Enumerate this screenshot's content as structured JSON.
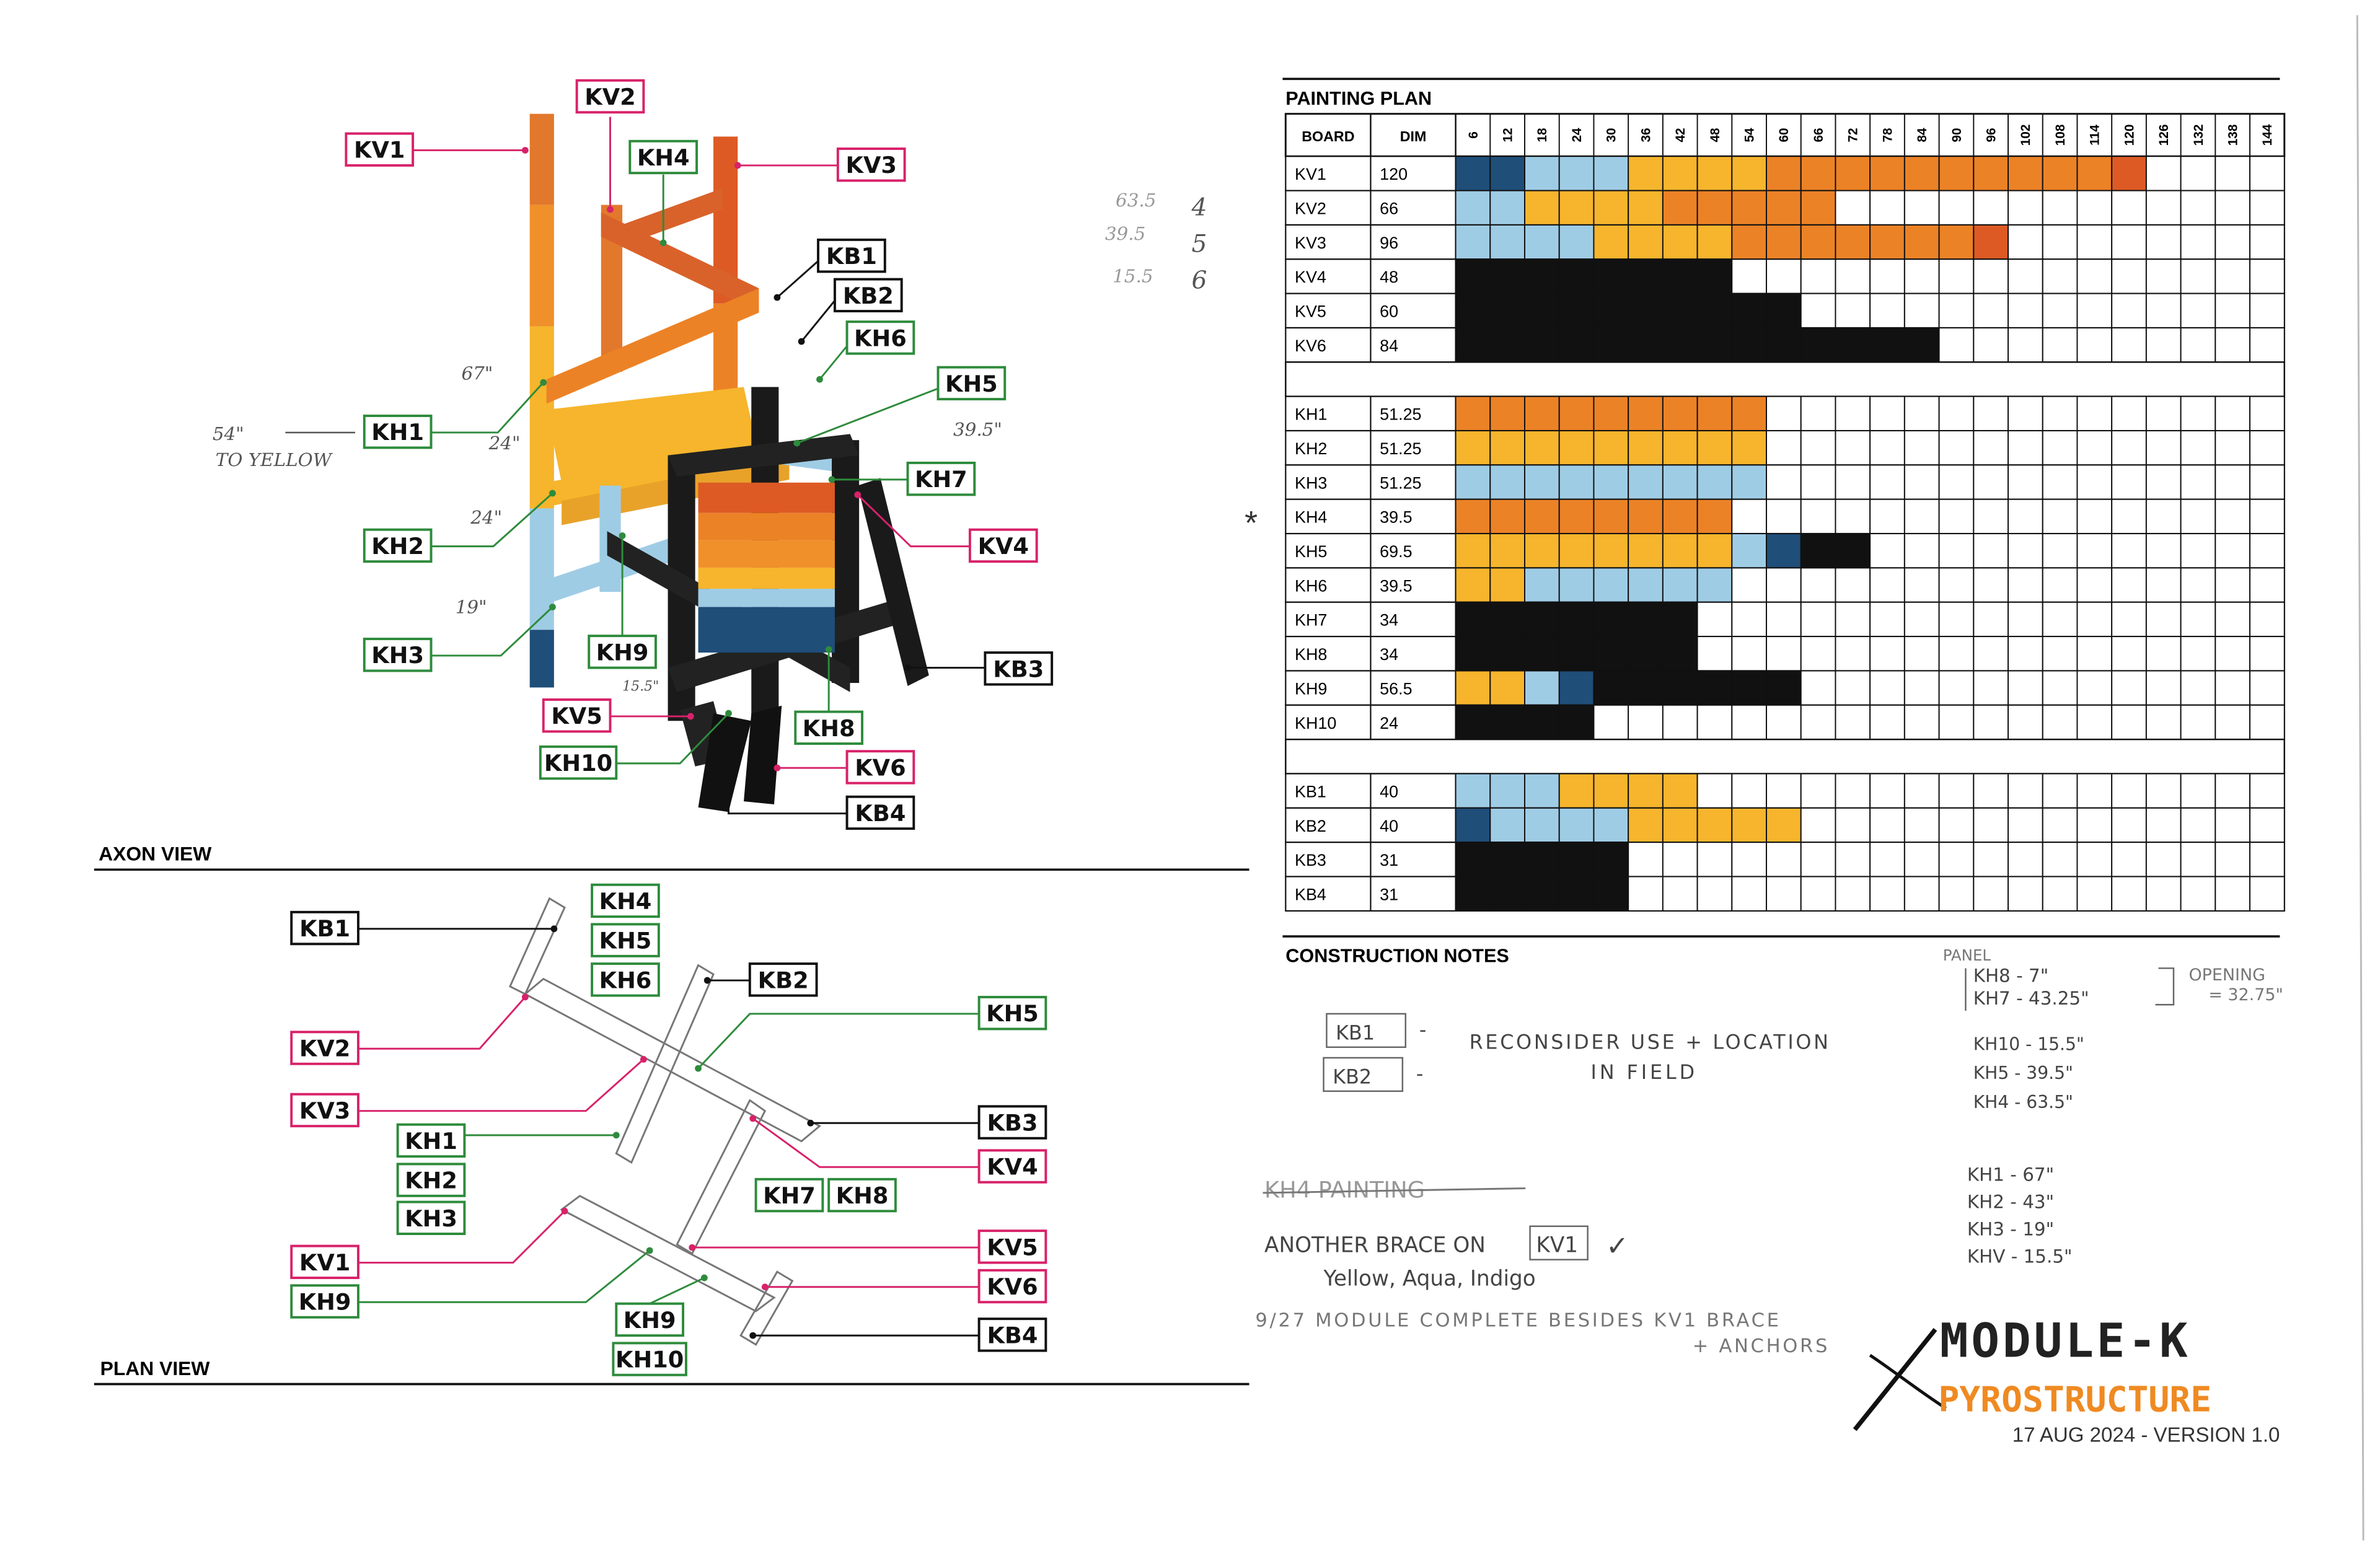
{
  "axon_view": {
    "title": "AXON VIEW",
    "callouts": [
      {
        "id": "KV1",
        "kind": "vertical"
      },
      {
        "id": "KV2",
        "kind": "vertical"
      },
      {
        "id": "KH4",
        "kind": "horizontal"
      },
      {
        "id": "KV3",
        "kind": "vertical"
      },
      {
        "id": "KB1",
        "kind": "brace"
      },
      {
        "id": "KB2",
        "kind": "brace"
      },
      {
        "id": "KH6",
        "kind": "horizontal"
      },
      {
        "id": "KH5",
        "kind": "horizontal"
      },
      {
        "id": "KH1",
        "kind": "horizontal"
      },
      {
        "id": "KH7",
        "kind": "horizontal"
      },
      {
        "id": "KV4",
        "kind": "vertical"
      },
      {
        "id": "KH2",
        "kind": "horizontal"
      },
      {
        "id": "KH3",
        "kind": "horizontal"
      },
      {
        "id": "KH9",
        "kind": "horizontal"
      },
      {
        "id": "KB3",
        "kind": "brace"
      },
      {
        "id": "KV5",
        "kind": "vertical"
      },
      {
        "id": "KH8",
        "kind": "horizontal"
      },
      {
        "id": "KH10",
        "kind": "horizontal"
      },
      {
        "id": "KV6",
        "kind": "vertical"
      },
      {
        "id": "KB4",
        "kind": "brace"
      }
    ],
    "handwritten": {
      "yellow_note_1": "54\"",
      "yellow_note_2": "TO YELLOW",
      "dim_67": "67\"",
      "dim_24a": "24\"",
      "dim_24b": "24\"",
      "dim_19": "19\"",
      "dim_395": "39.5\"",
      "dim_155": "15.5\"",
      "stack_1": "63.5",
      "stack_2": "39.5",
      "stack_3": "15.5",
      "count_1": "4",
      "count_2": "5",
      "count_3": "6"
    }
  },
  "plan_view": {
    "title": "PLAN VIEW",
    "callouts": [
      {
        "id": "KB1",
        "kind": "brace"
      },
      {
        "id": "KH4",
        "kind": "horizontal"
      },
      {
        "id": "KH5",
        "kind": "horizontal"
      },
      {
        "id": "KH6",
        "kind": "horizontal"
      },
      {
        "id": "KB2",
        "kind": "brace"
      },
      {
        "id": "KH5",
        "kind": "horizontal"
      },
      {
        "id": "KV2",
        "kind": "vertical"
      },
      {
        "id": "KV3",
        "kind": "vertical"
      },
      {
        "id": "KB3",
        "kind": "brace"
      },
      {
        "id": "KH1",
        "kind": "horizontal"
      },
      {
        "id": "KH2",
        "kind": "horizontal"
      },
      {
        "id": "KH3",
        "kind": "horizontal"
      },
      {
        "id": "KV4",
        "kind": "vertical"
      },
      {
        "id": "KH7",
        "kind": "horizontal"
      },
      {
        "id": "KH8",
        "kind": "horizontal"
      },
      {
        "id": "KV1",
        "kind": "vertical"
      },
      {
        "id": "KV5",
        "kind": "vertical"
      },
      {
        "id": "KH9",
        "kind": "horizontal"
      },
      {
        "id": "KV6",
        "kind": "vertical"
      },
      {
        "id": "KH9",
        "kind": "horizontal"
      },
      {
        "id": "KB4",
        "kind": "brace"
      },
      {
        "id": "KH10",
        "kind": "horizontal"
      }
    ]
  },
  "painting_plan": {
    "title": "PAINTING PLAN",
    "col_board": "BOARD",
    "col_dim": "DIM",
    "inches": [
      "6",
      "12",
      "18",
      "24",
      "30",
      "36",
      "42",
      "48",
      "54",
      "60",
      "66",
      "72",
      "78",
      "84",
      "90",
      "96",
      "102",
      "108",
      "114",
      "120",
      "126",
      "132",
      "138",
      "144"
    ],
    "groups": [
      [
        {
          "board": "KV1",
          "dim": "120",
          "cells": "NNAAAYYYYOOOOOOOOOOR"
        },
        {
          "board": "KV2",
          "dim": "66",
          "cells": "AAYYYYOOOOO"
        },
        {
          "board": "KV3",
          "dim": "96",
          "cells": "AAAAYYYYOOOOOOOR"
        },
        {
          "board": "KV4",
          "dim": "48",
          "cells": "KKKKKKKK"
        },
        {
          "board": "KV5",
          "dim": "60",
          "cells": "KKKKKKKKKK"
        },
        {
          "board": "KV6",
          "dim": "84",
          "cells": "KKKKKKKKKKKKKK"
        }
      ],
      [
        {
          "board": "KH1",
          "dim": "51.25",
          "cells": "OOOOOOOOO"
        },
        {
          "board": "KH2",
          "dim": "51.25",
          "cells": "YYYYYYYYY"
        },
        {
          "board": "KH3",
          "dim": "51.25",
          "cells": "AAAAAAAAA"
        },
        {
          "board": "KH4",
          "dim": "39.5",
          "cells": "OOOOOOOO"
        },
        {
          "board": "KH5",
          "dim": "69.5",
          "cells": "YYYYYYYYANKK"
        },
        {
          "board": "KH6",
          "dim": "39.5",
          "cells": "YYAAAAAA"
        },
        {
          "board": "KH7",
          "dim": "34",
          "cells": "KKKKKKK"
        },
        {
          "board": "KH8",
          "dim": "34",
          "cells": "KKKKKKK"
        },
        {
          "board": "KH9",
          "dim": "56.5",
          "cells": "YYANKKKKKK"
        },
        {
          "board": "KH10",
          "dim": "24",
          "cells": "KKKK"
        }
      ],
      [
        {
          "board": "KB1",
          "dim": "40",
          "cells": "AAAYYYY"
        },
        {
          "board": "KB2",
          "dim": "40",
          "cells": "NAAAAYYYYY"
        },
        {
          "board": "KB3",
          "dim": "31",
          "cells": "KKKKK"
        },
        {
          "board": "KB4",
          "dim": "31",
          "cells": "KKKKK"
        }
      ]
    ],
    "star_mark": "*"
  },
  "construction_notes": {
    "title": "CONSTRUCTION NOTES",
    "note_kb1": "KB1",
    "note_kb2": "KB2",
    "note_dash1": "-",
    "note_dash2": "-",
    "reconsider_1": "RECONSIDER USE + LOCATION",
    "reconsider_2": "IN FIELD",
    "kh4_painting": "KH4 PAINTING",
    "brace_1": "ANOTHER BRACE ON",
    "brace_kv1": "KV1",
    "brace_check": "✓",
    "brace_colors": "Yellow, Aqua, Indigo",
    "complete_1": "9/27 MODULE COMPLETE BESIDES KV1 BRACE",
    "complete_2": "+ ANCHORS",
    "panel_label": "PANEL",
    "panel_kh8": "KH8 - 7\"",
    "panel_kh7": "KH7 - 43.25\"",
    "opening_1": "OPENING",
    "opening_2": "= 32.75\"",
    "list_a": [
      "KH10 - 15.5\"",
      "KH5 - 39.5\"",
      "KH4 - 63.5\""
    ],
    "list_b": [
      "KH1 - 67\"",
      "KH2 - 43\"",
      "KH3 - 19\"",
      "KHV - 15.5\""
    ]
  },
  "title_block": {
    "module": "MODULE-K",
    "project": "PYROSTRUCTURE",
    "date_version": "17 AUG 2024 - VERSION 1.0"
  },
  "colors": {
    "navy": "#1f4e79",
    "aqua": "#9fcce5",
    "yellow": "#f6b52c",
    "orange": "#ec8226",
    "red_orange": "#dd5a24",
    "black": "#111111",
    "label_green": "#2e8b3c",
    "label_pink": "#d8226a",
    "label_black": "#111111"
  }
}
